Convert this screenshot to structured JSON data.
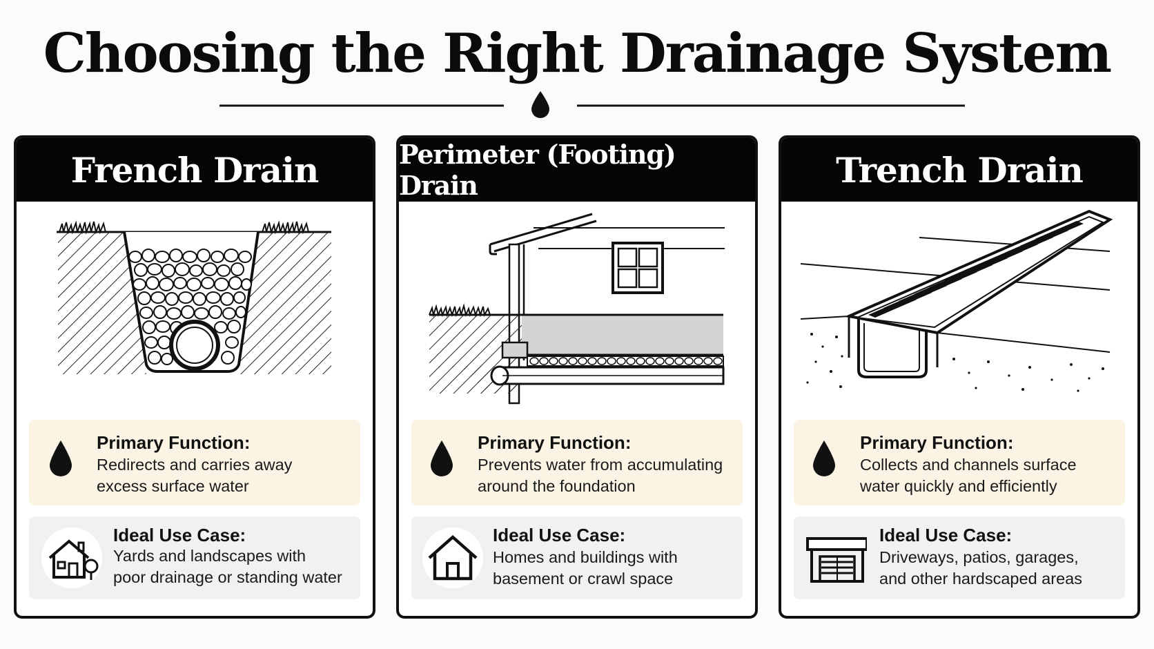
{
  "title": "Choosing the Right Drainage System",
  "cards": [
    {
      "name": "French Drain",
      "function_label": "Primary Function:",
      "function_text": "Redirects and carries away\nexcess surface water",
      "use_label": "Ideal Use Case:",
      "use_text": "Yards and landscapes with\npoor drainage or standing water",
      "use_icon": "house-with-tree-icon"
    },
    {
      "name": "Perimeter (Footing) Drain",
      "function_label": "Primary Function:",
      "function_text": "Prevents water from accumulating\naround the foundation",
      "use_label": "Ideal Use Case:",
      "use_text": "Homes and buildings with\nbasement or crawl space",
      "use_icon": "house-icon"
    },
    {
      "name": "Trench Drain",
      "function_label": "Primary Function:",
      "function_text": "Collects and channels surface\nwater quickly and efficiently",
      "use_label": "Ideal Use Case:",
      "use_text": "Driveways, patios, garages,\nand other hardscaped areas",
      "use_icon": "garage-icon"
    }
  ],
  "colors": {
    "header": "#050505",
    "function_bg": "#fbf4e4",
    "use_bg": "#f1f1f1"
  }
}
